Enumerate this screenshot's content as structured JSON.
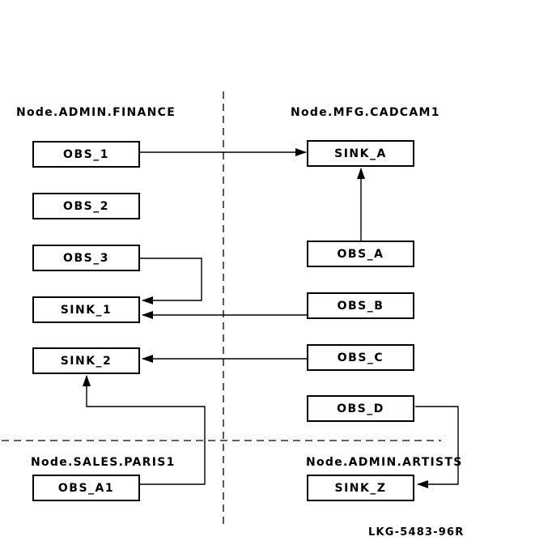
{
  "diagram": {
    "title": "event-flow-diagram",
    "caption": "LKG-5483-96R",
    "colors": {
      "line": "#000000",
      "background": "#ffffff",
      "box_fill": "#ffffff"
    },
    "node_labels": [
      {
        "id": "finance",
        "label": "Node.ADMIN.FINANCE",
        "quadrant": "top-left"
      },
      {
        "id": "cadcam",
        "label": "Node.MFG.CADCAM1",
        "quadrant": "top-right"
      },
      {
        "id": "paris",
        "label": "Node.SALES.PARIS1",
        "quadrant": "bottom-left"
      },
      {
        "id": "artists",
        "label": "Node.ADMIN.ARTISTS",
        "quadrant": "bottom-right"
      }
    ],
    "boxes": [
      {
        "id": "obs1",
        "label": "OBS_1",
        "node": "Node.ADMIN.FINANCE"
      },
      {
        "id": "obs2",
        "label": "OBS_2",
        "node": "Node.ADMIN.FINANCE"
      },
      {
        "id": "obs3",
        "label": "OBS_3",
        "node": "Node.ADMIN.FINANCE"
      },
      {
        "id": "sink1",
        "label": "SINK_1",
        "node": "Node.ADMIN.FINANCE"
      },
      {
        "id": "sink2",
        "label": "SINK_2",
        "node": "Node.ADMIN.FINANCE"
      },
      {
        "id": "obsa1",
        "label": "OBS_A1",
        "node": "Node.SALES.PARIS1"
      },
      {
        "id": "sinka",
        "label": "SINK_A",
        "node": "Node.MFG.CADCAM1"
      },
      {
        "id": "obsa",
        "label": "OBS_A",
        "node": "Node.MFG.CADCAM1"
      },
      {
        "id": "obsb",
        "label": "OBS_B",
        "node": "Node.MFG.CADCAM1"
      },
      {
        "id": "obsc",
        "label": "OBS_C",
        "node": "Node.MFG.CADCAM1"
      },
      {
        "id": "obsd",
        "label": "OBS_D",
        "node": "Node.MFG.CADCAM1"
      },
      {
        "id": "sinkz",
        "label": "SINK_Z",
        "node": "Node.ADMIN.ARTISTS"
      }
    ],
    "connections": [
      {
        "from": "OBS_1",
        "to": "SINK_A",
        "shape": "straight-horizontal"
      },
      {
        "from": "OBS_A",
        "to": "SINK_A",
        "shape": "straight-vertical-up"
      },
      {
        "from": "OBS_3",
        "to": "SINK_1",
        "shape": "bent-right-down-left"
      },
      {
        "from": "OBS_B",
        "to": "SINK_1",
        "shape": "straight-horizontal"
      },
      {
        "from": "OBS_C",
        "to": "SINK_2",
        "shape": "straight-horizontal"
      },
      {
        "from": "OBS_A1",
        "to": "SINK_2",
        "shape": "bent-right-up-left-up"
      },
      {
        "from": "OBS_D",
        "to": "SINK_Z",
        "shape": "bent-right-down-left"
      }
    ],
    "separators": [
      {
        "id": "vertical-dashed",
        "orientation": "vertical"
      },
      {
        "id": "horizontal-dashed",
        "orientation": "horizontal"
      }
    ]
  }
}
